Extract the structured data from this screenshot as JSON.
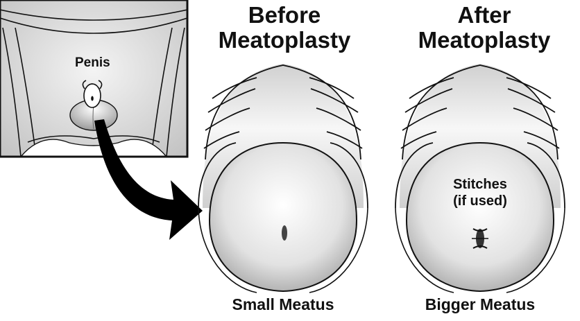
{
  "inset": {
    "label": "Penis"
  },
  "before": {
    "title_line1": "Before",
    "title_line2": "Meatoplasty",
    "caption": "Small Meatus"
  },
  "after": {
    "title_line1": "After",
    "title_line2": "Meatoplasty",
    "caption": "Bigger Meatus",
    "note_line1": "Stitches",
    "note_line2": "(if used)"
  },
  "colors": {
    "outline": "#111111",
    "shade_light": "#ffffff",
    "shade_dark": "#a9a9a9",
    "arrow": "#000000"
  },
  "icons": {
    "arrow": "curved-arrow-icon",
    "stitches": "stitches-icon",
    "meatus": "meatus-slit-icon"
  }
}
